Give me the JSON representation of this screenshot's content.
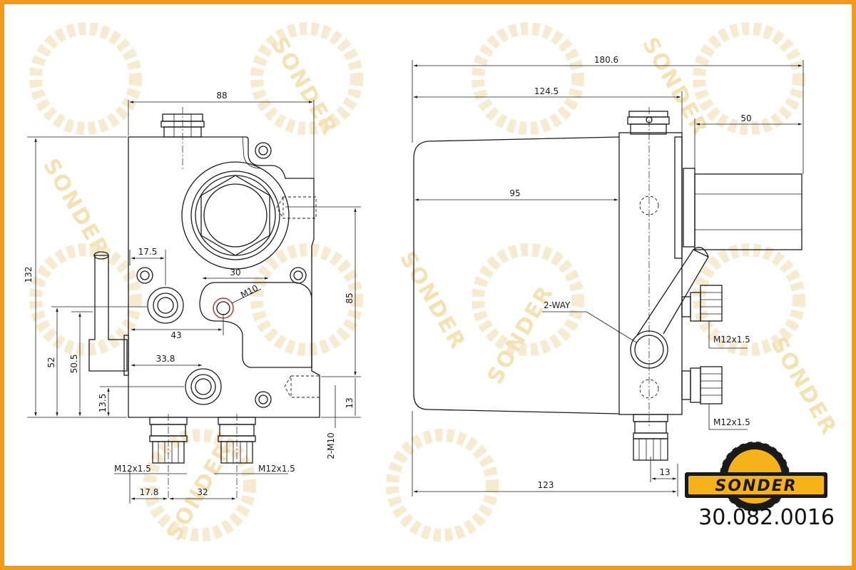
{
  "brand": {
    "logo_text": "SONDER",
    "watermark_text": "SONDER",
    "frame_color": "#f29a1c",
    "accent_color": "#f6b21a"
  },
  "part_number": "30.082.0016",
  "left_view": {
    "dims": {
      "width_88": "88",
      "height_132": "132",
      "d_17_5": "17.5",
      "d_30": "30",
      "d_43": "43",
      "d_85": "85",
      "d_52": "52",
      "d_50_5": "50.5",
      "d_33_8": "33.8",
      "d_13_5": "13.5",
      "d_13": "13",
      "d_17_8": "17.8",
      "d_32": "32"
    },
    "labels": {
      "m10": "M10",
      "two_m10": "2-M10",
      "m12_left": "M12x1.5",
      "m12_right": "M12x1.5"
    }
  },
  "right_view": {
    "dims": {
      "d_180_6": "180.6",
      "d_124_5": "124.5",
      "d_50": "50",
      "d_95": "95",
      "d_123": "123",
      "d_13": "13"
    },
    "labels": {
      "two_way": "2-WAY",
      "m12_upper": "M12x1.5",
      "m12_lower": "M12x1.5"
    }
  }
}
